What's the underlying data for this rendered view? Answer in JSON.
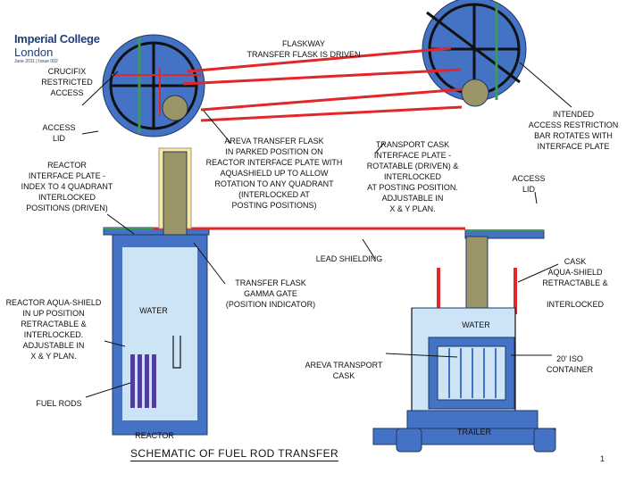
{
  "logo": {
    "name": "Imperial College",
    "city": "London",
    "issue": "June 2011 | Issue 002"
  },
  "title": "SCHEMATIC OF FUEL ROD TRANSFER",
  "page_number": "1",
  "labels": {
    "flaskway": "FLASKWAY\nTRANSFER FLASK IS DRIVEN",
    "crucifix": "CRUCIFIX\nRESTRICTED\nACCESS",
    "access_lid_left": "ACCESS\nLID",
    "reactor_interface": "REACTOR\nINTERFACE PLATE -\nINDEX TO 4 QUADRANT\nINTERLOCKED\nPOSITIONS (DRIVEN)",
    "areva_flask": "AREVA TRANSFER FLASK\nIN PARKED POSITION ON\nREACTOR INTERFACE PLATE WITH\nAQUASHIELD UP TO ALLOW\nROTATION TO ANY QUADRANT\n(INTERLOCKED AT\nPOSTING POSITIONS)",
    "transport_cask_interface": "TRANSPORT CASK\nINTERFACE PLATE -\nROTATABLE (DRIVEN) &\nINTERLOCKED\nAT POSTING POSITION.\nADJUSTABLE IN\nX & Y PLAN.",
    "intended_access": "INTENDED\nACCESS RESTRICTION\nBAR ROTATES WITH\nINTERFACE PLATE",
    "access_lid_right": "ACCESS\nLID",
    "lead_shielding": "LEAD SHIELDING",
    "cask_aquashield": "CASK\nAQUA-SHIELD\nRETRACTABLE &\n\nINTERLOCKED",
    "reactor_aquashield": "REACTOR AQUA-SHIELD\nIN UP POSITION\nRETRACTABLE &\nINTERLOCKED.\nADJUSTABLE IN\nX & Y PLAN.",
    "water_left": "WATER",
    "gamma_gate": "TRANSFER FLASK\nGAMMA GATE\n(POSITION INDICATOR)",
    "water_right": "WATER",
    "iso_container": "20' ISO\nCONTAINER",
    "areva_cask": "AREVA TRANSPORT\nCASK",
    "fuel_rods": "FUEL RODS",
    "reactor": "REACTOR",
    "trailer": "TRAILER"
  },
  "colors": {
    "blue": "#4472c4",
    "light_blue": "#cde4f7",
    "red": "#e2262a",
    "green": "#3a9a5b",
    "flask": "#9b9466",
    "yellow": "#fce9a0",
    "purple": "#4f3f9a",
    "outline": "#1f3864"
  }
}
